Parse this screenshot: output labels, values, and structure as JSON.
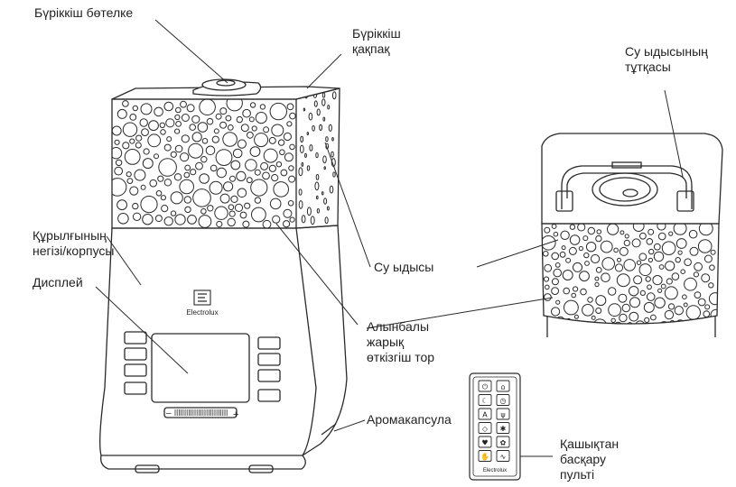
{
  "labels": {
    "spray_bottle": "Бүріккіш бөтелке",
    "spray_cap_1": "Бүріккіш",
    "spray_cap_2": "қақпақ",
    "tank_handle_1": "Су ыдысының",
    "tank_handle_2": "тұтқасы",
    "body_1": "Құрылғының",
    "body_2": "негізі/корпусы",
    "display": "Дисплей",
    "water_tank": "Су ыдысы",
    "grille_1": "Алынбалы",
    "grille_2": "жарық",
    "grille_3": "өткізгіш тор",
    "aroma": "Аромакапсула",
    "remote_1": "Қашықтан",
    "remote_2": "басқару",
    "remote_3": "пульті"
  },
  "device": {
    "brand": "Electrolux",
    "slider_minus": "–",
    "slider_plus": "+"
  },
  "remote": {
    "brand": "Electrolux",
    "button_icons": [
      "power-icon",
      "house-icon",
      "moon-icon",
      "timer-icon",
      "auto-icon",
      "leaf-icon",
      "drop-icon",
      "snowflake-icon",
      "heart-icon",
      "plant-icon",
      "hand-icon",
      "pulse-icon"
    ]
  }
}
